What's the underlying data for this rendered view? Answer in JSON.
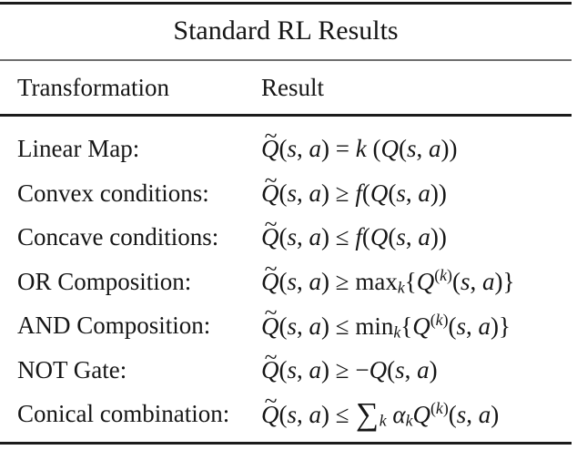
{
  "title": "Standard RL Results",
  "columns": {
    "transformation": "Transformation",
    "result": "Result"
  },
  "rows": [
    {
      "transformation": "Linear Map:",
      "result": "Q~(s, a) = k (Q(s, a))"
    },
    {
      "transformation": "Convex conditions:",
      "result": "Q~(s, a) ≥ f(Q(s, a))"
    },
    {
      "transformation": "Concave conditions:",
      "result": "Q~(s, a) ≤ f(Q(s, a))"
    },
    {
      "transformation": "OR Composition:",
      "result": "Q~(s, a) ≥ max_[k]{Q^[(k)](s, a)}"
    },
    {
      "transformation": "AND Composition:",
      "result": "Q~(s, a) ≤ min_[k]{Q^[(k)](s, a)}"
    },
    {
      "transformation": "NOT Gate:",
      "result": "Q~(s, a) ≥ −Q(s, a)"
    },
    {
      "transformation": "Conical combination:",
      "result": "Q~(s, a) ≤ ∑_[k] α_[k]Q^[(k)](s, a)"
    }
  ],
  "colors": {
    "background": "#ffffff",
    "text": "#161616",
    "rule_heavy": "#1b1b1b",
    "rule_light": "#6e6e6e"
  }
}
